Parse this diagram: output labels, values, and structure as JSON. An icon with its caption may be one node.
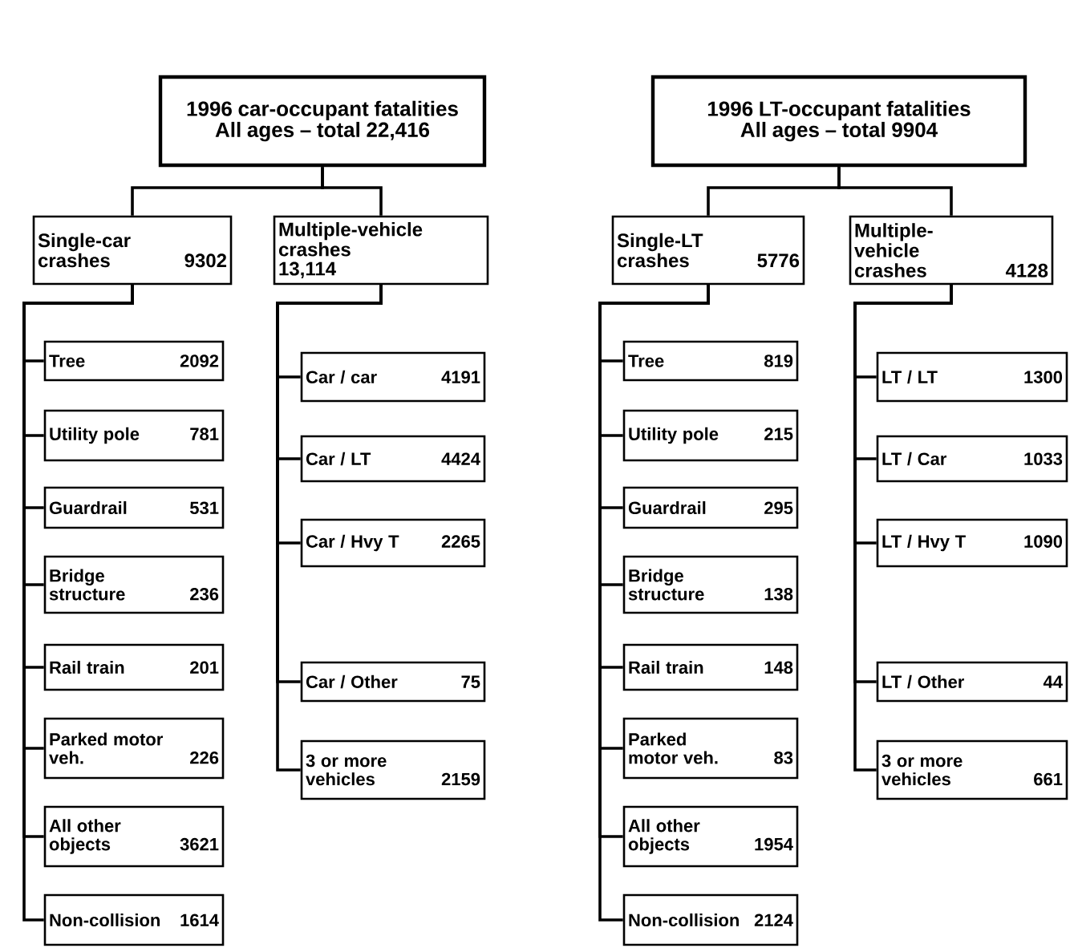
{
  "diagram": {
    "nodes": [
      {
        "text": [
          "1996 car-occupant fatalities",
          "All ages – total 22,416"
        ]
      },
      {
        "text": [
          "Single-car crashes",
          "9302"
        ]
      },
      {
        "text": [
          "Multiple-vehicle crashes",
          "13,114"
        ]
      },
      {
        "text": [
          "Tree",
          "2092"
        ]
      },
      {
        "text": [
          "Utility pole",
          "781"
        ]
      },
      {
        "text": [
          "Guardrail",
          "531"
        ]
      },
      {
        "text": [
          "Bridge structure",
          "236"
        ]
      },
      {
        "text": [
          "Rail train",
          "201"
        ]
      },
      {
        "text": [
          "Parked motor veh.",
          "226"
        ]
      },
      {
        "text": [
          "All other objects",
          "3621"
        ]
      },
      {
        "text": [
          "Non-collision",
          "1614"
        ]
      },
      {
        "text": [
          "Car / car",
          "4191"
        ]
      },
      {
        "text": [
          "Car / LT",
          "4424"
        ]
      },
      {
        "text": [
          "Car / Hvy T",
          "2265"
        ]
      },
      {
        "text": [
          "Car / Other",
          "75"
        ]
      },
      {
        "text": [
          "3 or more vehicles",
          "2159"
        ]
      },
      {
        "text": [
          "1996 LT-occupant fatalities",
          "All ages – total 9904"
        ]
      },
      {
        "text": [
          "Single-LT crashes",
          "5776"
        ]
      },
      {
        "text": [
          "Multiple-vehicle crashes",
          "4128"
        ]
      },
      {
        "text": [
          "Tree",
          "819"
        ]
      },
      {
        "text": [
          "Utility pole",
          "215"
        ]
      },
      {
        "text": [
          "Guardrail",
          "295"
        ]
      },
      {
        "text": [
          "Bridge structure",
          "138"
        ]
      },
      {
        "text": [
          "Rail train",
          "148"
        ]
      },
      {
        "text": [
          "Parked motor veh.",
          "83"
        ]
      },
      {
        "text": [
          "All other objects",
          "1954"
        ]
      },
      {
        "text": [
          "Non-collision",
          "2124"
        ]
      },
      {
        "text": [
          "LT / LT",
          "1300"
        ]
      },
      {
        "text": [
          "LT / Car",
          "1033"
        ]
      },
      {
        "text": [
          "LT / Hvy T",
          "1090"
        ]
      },
      {
        "text": [
          "LT / Other",
          "44"
        ]
      },
      {
        "text": [
          "3 or more vehicles",
          "661"
        ]
      }
    ],
    "edges": [
      {
        "from": 0,
        "to": 1,
        "arrow": "none"
      },
      {
        "from": 0,
        "to": 2,
        "arrow": "none"
      },
      {
        "from": 1,
        "to": 3,
        "arrow": "none"
      },
      {
        "from": 1,
        "to": 4,
        "arrow": "none"
      },
      {
        "from": 1,
        "to": 5,
        "arrow": "none"
      },
      {
        "from": 1,
        "to": 6,
        "arrow": "none"
      },
      {
        "from": 1,
        "to": 7,
        "arrow": "none"
      },
      {
        "from": 1,
        "to": 8,
        "arrow": "none"
      },
      {
        "from": 1,
        "to": 9,
        "arrow": "none"
      },
      {
        "from": 1,
        "to": 10,
        "arrow": "none"
      },
      {
        "from": 2,
        "to": 11,
        "arrow": "none"
      },
      {
        "from": 2,
        "to": 12,
        "arrow": "none"
      },
      {
        "from": 2,
        "to": 13,
        "arrow": "none"
      },
      {
        "from": 2,
        "to": 14,
        "arrow": "none"
      },
      {
        "from": 2,
        "to": 15,
        "arrow": "none"
      },
      {
        "from": 16,
        "to": 17,
        "arrow": "none"
      },
      {
        "from": 16,
        "to": 18,
        "arrow": "none"
      },
      {
        "from": 17,
        "to": 19,
        "arrow": "none"
      },
      {
        "from": 17,
        "to": 20,
        "arrow": "none"
      },
      {
        "from": 17,
        "to": 21,
        "arrow": "none"
      },
      {
        "from": 17,
        "to": 22,
        "arrow": "none"
      },
      {
        "from": 17,
        "to": 23,
        "arrow": "none"
      },
      {
        "from": 17,
        "to": 24,
        "arrow": "none"
      },
      {
        "from": 17,
        "to": 25,
        "arrow": "none"
      },
      {
        "from": 17,
        "to": 26,
        "arrow": "none"
      },
      {
        "from": 18,
        "to": 27,
        "arrow": "none"
      },
      {
        "from": 18,
        "to": 28,
        "arrow": "none"
      },
      {
        "from": 18,
        "to": 29,
        "arrow": "none"
      },
      {
        "from": 18,
        "to": 30,
        "arrow": "none"
      },
      {
        "from": 18,
        "to": 31,
        "arrow": "none"
      }
    ]
  }
}
